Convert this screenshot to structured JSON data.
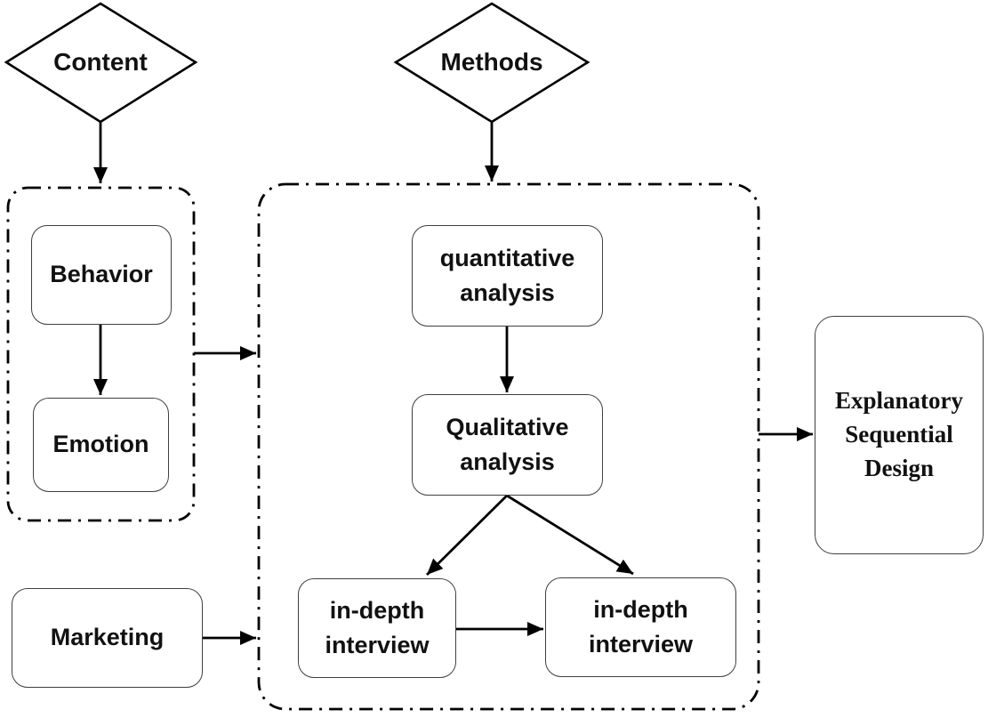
{
  "colors": {
    "background": "#ffffff",
    "ink": "#000000",
    "box_border": "#3f3f3f",
    "text": "#111111"
  },
  "nodes": {
    "content": {
      "label": "Content",
      "shape": "diamond"
    },
    "methods": {
      "label": "Methods",
      "shape": "diamond"
    },
    "behavior": {
      "label": "Behavior",
      "shape": "rounded-box"
    },
    "emotion": {
      "label": "Emotion",
      "shape": "rounded-box"
    },
    "quantitative_analysis": {
      "label": "quantitative analysis",
      "shape": "rounded-box"
    },
    "qualitative_analysis": {
      "label": "Qualitative analysis",
      "shape": "rounded-box"
    },
    "in_depth_interview_left": {
      "label": "in-depth interview",
      "shape": "rounded-box"
    },
    "in_depth_interview_right": {
      "label": "in-depth interview",
      "shape": "rounded-box"
    },
    "marketing": {
      "label": "Marketing",
      "shape": "rounded-box"
    },
    "explanatory_sequential_design": {
      "label": "Explanatory Sequential Design",
      "shape": "rounded-box"
    }
  },
  "groups": {
    "content_group": {
      "style": "dash-dot-rounded",
      "contains": [
        "behavior",
        "emotion"
      ]
    },
    "methods_group": {
      "style": "dash-dot-rounded",
      "contains": [
        "quantitative_analysis",
        "qualitative_analysis",
        "in_depth_interview_left",
        "in_depth_interview_right"
      ]
    }
  },
  "edges": [
    {
      "from": "content",
      "to": "content_group"
    },
    {
      "from": "methods",
      "to": "methods_group"
    },
    {
      "from": "behavior",
      "to": "emotion"
    },
    {
      "from": "content_group",
      "to": "methods_group"
    },
    {
      "from": "quantitative_analysis",
      "to": "qualitative_analysis"
    },
    {
      "from": "qualitative_analysis",
      "to": "in_depth_interview_left"
    },
    {
      "from": "qualitative_analysis",
      "to": "in_depth_interview_right"
    },
    {
      "from": "in_depth_interview_left",
      "to": "in_depth_interview_right"
    },
    {
      "from": "marketing",
      "to": "methods_group"
    },
    {
      "from": "methods_group",
      "to": "explanatory_sequential_design"
    }
  ]
}
